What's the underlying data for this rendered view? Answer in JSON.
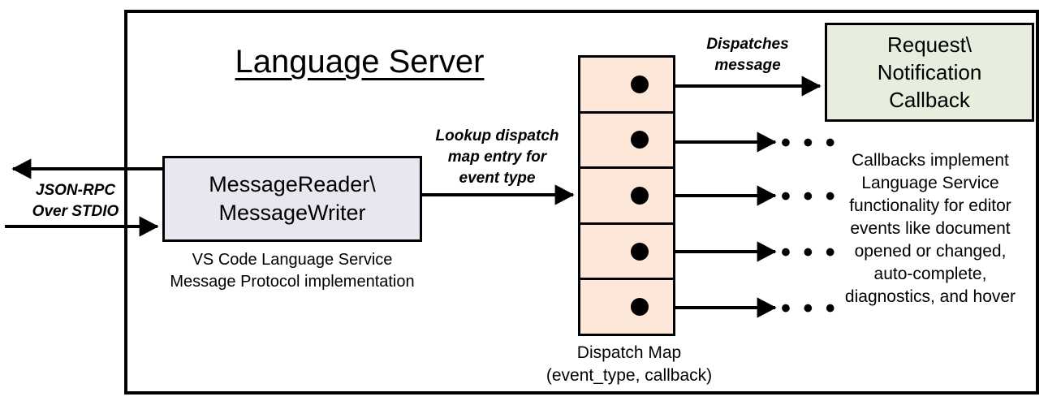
{
  "diagram": {
    "title": "Language Server",
    "container_label": "Language Server"
  },
  "io_channel": {
    "label_line1": "JSON-RPC",
    "label_line2": "Over STDIO",
    "outbound_arrow": "arrow-left",
    "inbound_arrow": "arrow-right"
  },
  "message_io": {
    "line1": "MessageReader\\",
    "line2": "MessageWriter",
    "caption_line1": "VS Code Language Service",
    "caption_line2": "Message Protocol implementation",
    "fill": "#E9E6F0"
  },
  "lookup": {
    "line1": "Lookup dispatch",
    "line2": "map entry for",
    "line3": "event type"
  },
  "dispatch_map": {
    "caption_line1": "Dispatch Map",
    "caption_line2": "(event_type, callback)",
    "fill": "#FCE7D9",
    "rows": [
      {
        "index": 1,
        "dot": "entry-dot",
        "target": "callback-box"
      },
      {
        "index": 2,
        "dot": "entry-dot",
        "target": "ellipsis"
      },
      {
        "index": 3,
        "dot": "entry-dot",
        "target": "ellipsis"
      },
      {
        "index": 4,
        "dot": "entry-dot",
        "target": "ellipsis"
      },
      {
        "index": 5,
        "dot": "entry-dot",
        "target": "ellipsis"
      }
    ],
    "ellipsis_glyph": "• • •"
  },
  "dispatch_edge": {
    "line1": "Dispatches",
    "line2": "message"
  },
  "callback": {
    "line1": "Request\\",
    "line2": "Notification",
    "line3": "Callback",
    "fill": "#E7EEDD",
    "caption_line1": "Callbacks implement",
    "caption_line2": "Language Service",
    "caption_line3": "functionality for editor",
    "caption_line4": "events like document",
    "caption_line5": "opened or changed,",
    "caption_line6": "auto-complete,",
    "caption_line7": "diagnostics, and hover"
  },
  "colors": {
    "stroke": "#000000",
    "background": "#FFFFFF",
    "lavender": "#E9E6F0",
    "peach": "#FCE7D9",
    "green": "#E7EEDD"
  }
}
